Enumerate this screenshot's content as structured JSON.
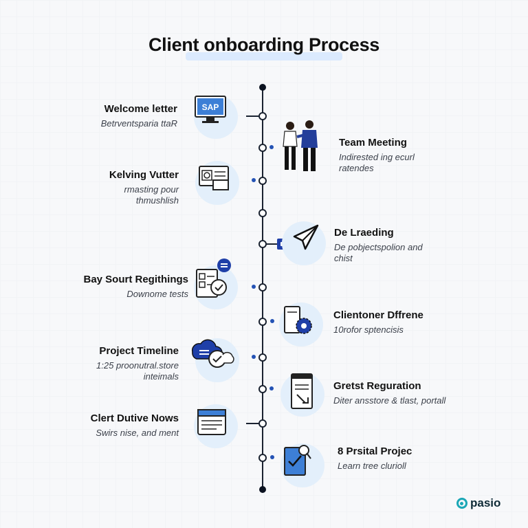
{
  "title": "Client onboarding Process",
  "steps_left": [
    {
      "title": "Welcome letter",
      "desc": "Betrventsparia ttaR",
      "icon": "monitor-icon",
      "icon_text": "SAP"
    },
    {
      "title": "Kelving Vutter",
      "desc": "rmasting pour thmushlish",
      "icon": "document-icon"
    },
    {
      "title": "Bay Sourt Regithings",
      "desc": "Downome tests",
      "icon": "checklist-icon"
    },
    {
      "title": "Project Timeline",
      "desc": "1:25 proonutral.store inteimals",
      "icon": "cloud-icon"
    },
    {
      "title": "Clert Dutive Nows",
      "desc": "Swirs nise, and ment",
      "icon": "folder-icon"
    }
  ],
  "steps_right": [
    {
      "title": "Team Meeting",
      "desc": "Indirested ing ecurl ratendes",
      "icon": "people-icon"
    },
    {
      "title": "De Lraeding",
      "desc": "De pobjectspolion and chist",
      "icon": "paper-plane-icon"
    },
    {
      "title": "Clientoner Dffrene",
      "desc": "10rofor sptencisis",
      "icon": "tablet-gear-icon"
    },
    {
      "title": "Gretst Reguration",
      "desc": "Diter ansstore & tlast, portall",
      "icon": "clipboard-icon"
    },
    {
      "title": "8 Prsital Projec",
      "desc": "Learn tree clurioll",
      "icon": "checkbox-icon"
    }
  ],
  "brand": "pasio",
  "colors": {
    "accent": "#2453b5",
    "icon_bg": "#e3effb",
    "line": "#1a2230",
    "logo": "#1ba7b6"
  }
}
